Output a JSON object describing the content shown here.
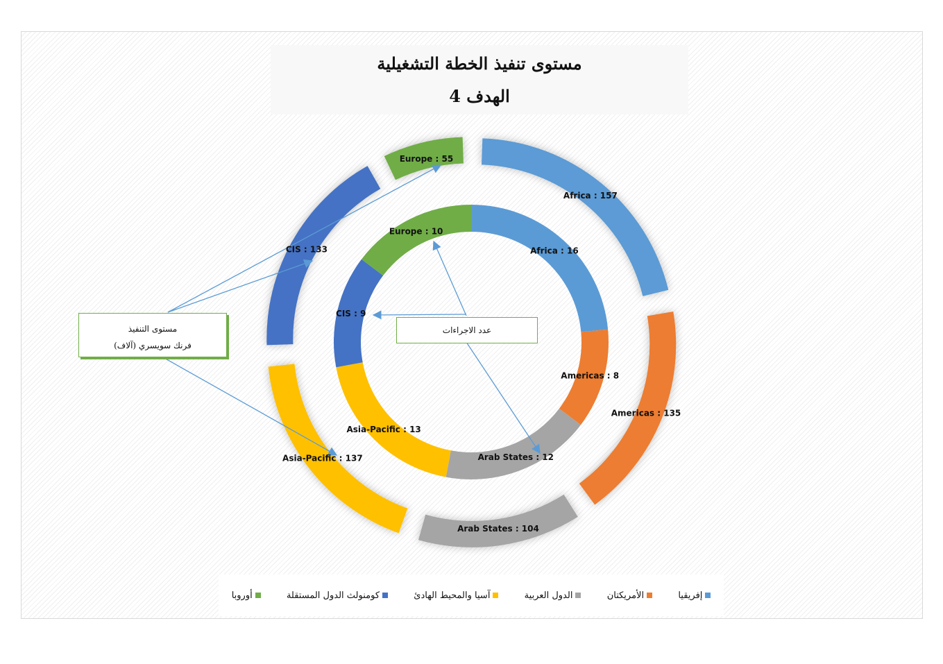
{
  "title": {
    "line1": "مستوى تنفيذ الخطة التشغيلية",
    "line2": "الهدف 4"
  },
  "callouts": {
    "amount_line1": "مستوى التنفيذ",
    "amount_line2": "فرنك سويسري (آلاف)",
    "actions": "عدد الاجراءات"
  },
  "chart_data": {
    "type": "doughnut",
    "title": "مستوى تنفيذ الخطة التشغيلية - الهدف 4",
    "categories": [
      "Africa",
      "Americas",
      "Arab States",
      "Asia-Pacific",
      "CIS",
      "Europe"
    ],
    "colors": [
      "#5b9bd5",
      "#ed7d31",
      "#a5a5a5",
      "#ffc000",
      "#4472c4",
      "#70ad47"
    ],
    "series": [
      {
        "name": "عدد الاجراءات",
        "ring": "inner",
        "values": [
          16,
          8,
          12,
          13,
          9,
          10
        ],
        "labels": [
          "Africa  : 16",
          "Americas : 8",
          "Arab States : 12",
          "Asia-Pacific : 13",
          "CIS : 9",
          "Europe : 10"
        ]
      },
      {
        "name": "مستوى التنفيذ فرنك سويسري (آلاف)",
        "ring": "outer",
        "values": [
          157,
          135,
          104,
          137,
          133,
          55
        ],
        "labels": [
          "Africa  : 157",
          "Americas : 135",
          "Arab States : 104",
          "Asia-Pacific : 137",
          "CIS : 133",
          "Europe : 55"
        ]
      }
    ],
    "legend": {
      "position": "bottom",
      "entries": [
        "إفريقيا",
        "الأمريكتان",
        "الدول العربية",
        "آسيا والمحيط الهادئ",
        "كومنولث الدول المستقلة",
        "أوروبا"
      ]
    }
  }
}
